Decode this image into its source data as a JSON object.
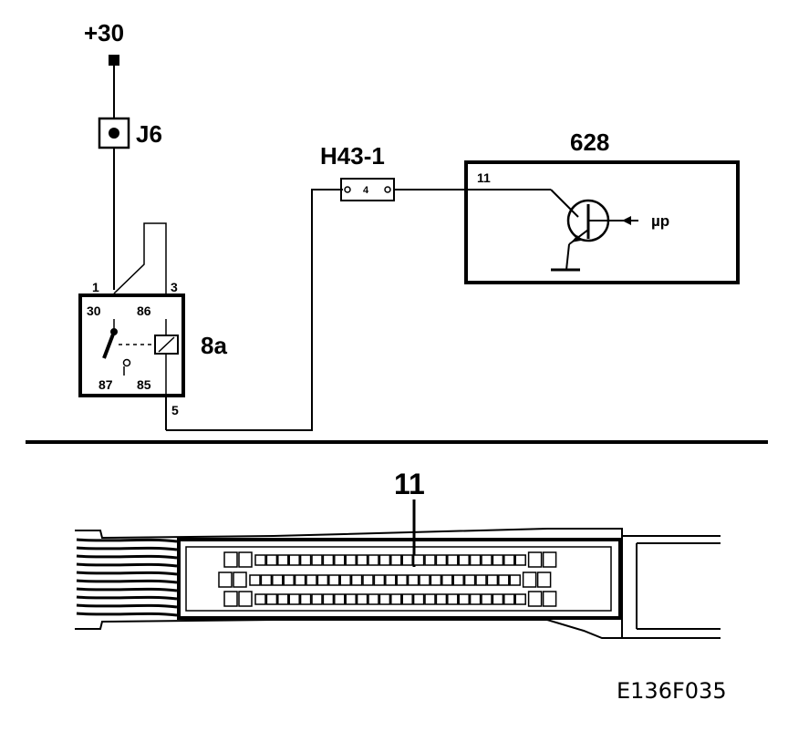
{
  "supply_label": "+30",
  "fuse_label": "J6",
  "relay": {
    "label": "8a",
    "pin_top_left": "1",
    "pin_top_right": "3",
    "pin_bottom": "5",
    "terminal_30": "30",
    "terminal_86": "86",
    "terminal_87": "87",
    "terminal_85": "85"
  },
  "connector": {
    "label": "H43-1",
    "pin": "4"
  },
  "ecu": {
    "label": "628",
    "pin": "11",
    "signal": "µp"
  },
  "plug_callout": "11",
  "figure_ref": "E136F035",
  "colors": {
    "ink": "#000000",
    "paper": "#ffffff"
  }
}
